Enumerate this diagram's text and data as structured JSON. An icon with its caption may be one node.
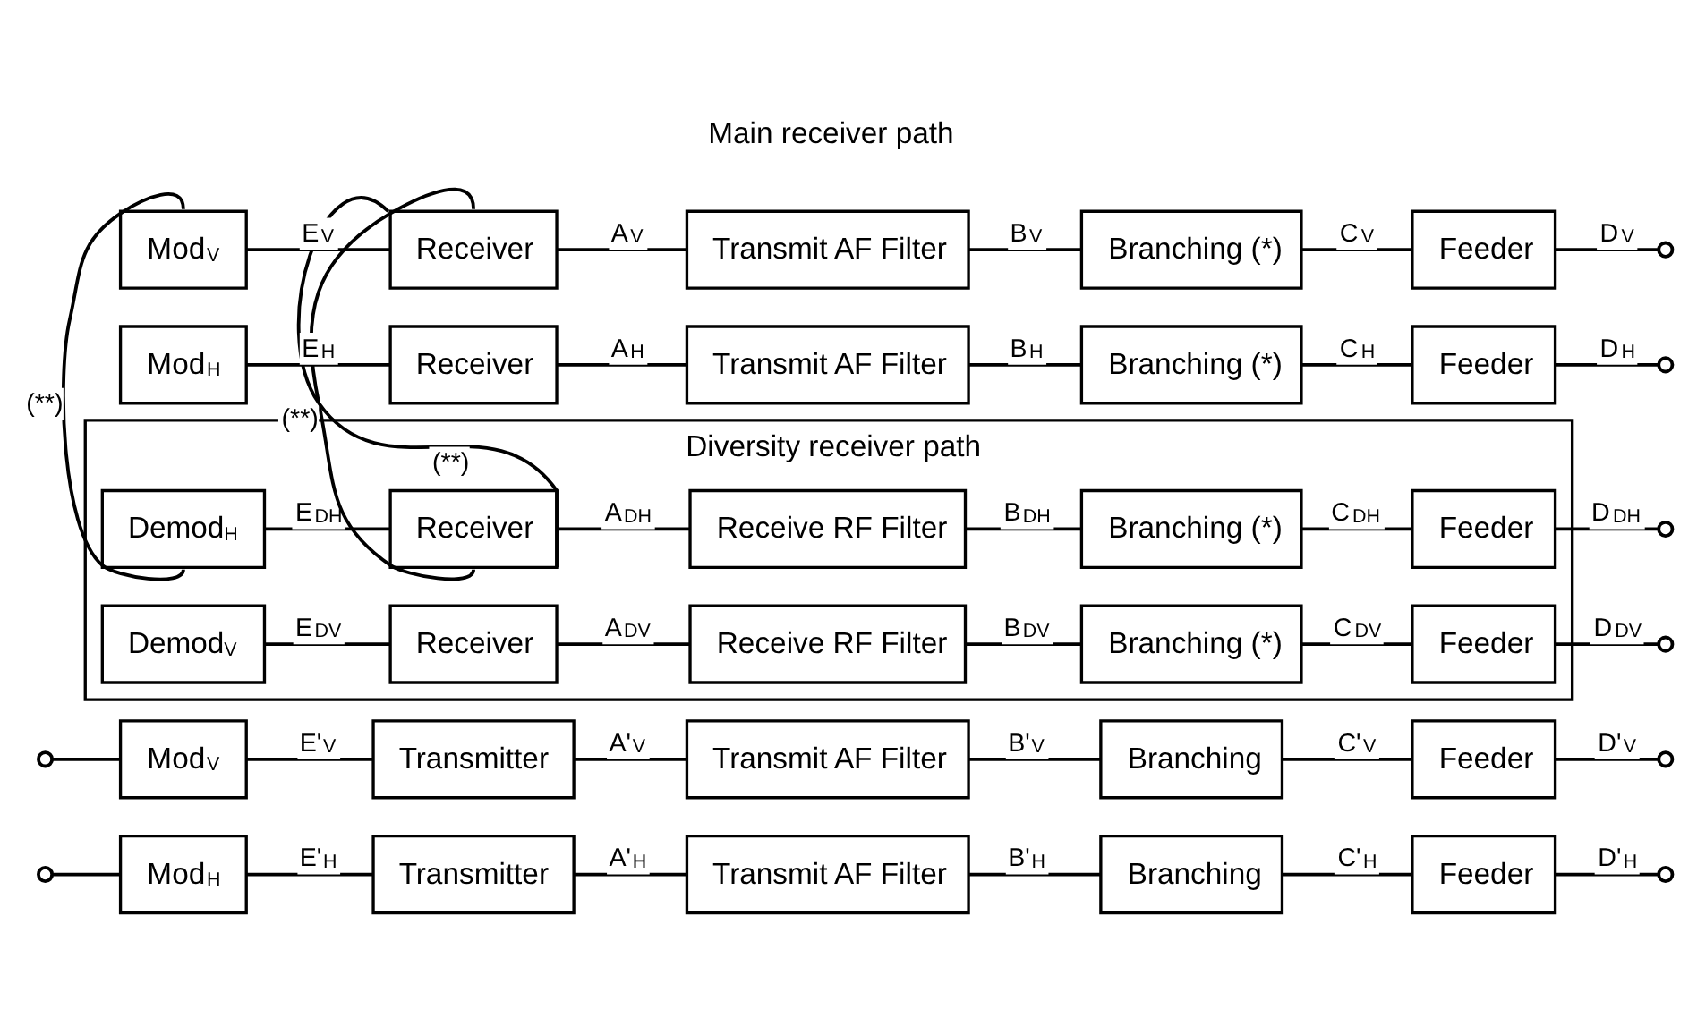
{
  "diagram": {
    "nodes": [
      {
        "text": [
          "Mod$_{V}$"
        ]
      },
      {
        "text": [
          "Transmitter"
        ]
      },
      {
        "text": [
          "Transmit AF Filter"
        ]
      },
      {
        "text": [
          "Branching"
        ]
      },
      {
        "text": [
          "Feeder"
        ]
      },
      {
        "text": [
          "Mod$_{H}$"
        ]
      },
      {
        "text": [
          "Transmitter"
        ]
      },
      {
        "text": [
          "Transmit AF Filter"
        ]
      },
      {
        "text": [
          "Branching"
        ]
      },
      {
        "text": [
          "Feeder"
        ]
      },
      {
        "text": [
          "Diversity receiver path"
        ]
      },
      {
        "text": [
          "Demod$_{V}$"
        ],
        "in": 10
      },
      {
        "text": [
          "Receiver"
        ],
        "in": 10
      },
      {
        "text": [
          "Receive RF Filter"
        ],
        "in": 10
      },
      {
        "text": [
          "Branching (*)"
        ],
        "in": 10
      },
      {
        "text": [
          "Feeder"
        ],
        "in": 10
      },
      {
        "text": [
          "Demod$_{H}$"
        ],
        "in": 10
      },
      {
        "text": [
          "Receiver"
        ],
        "in": 10
      },
      {
        "text": [
          "Receive RF Filter"
        ],
        "in": 10
      },
      {
        "text": [
          "Branching (*)"
        ],
        "in": 10
      },
      {
        "text": [
          "Feeder"
        ],
        "in": 10
      },
      {
        "text": [
          "Mod$_{V}$"
        ]
      },
      {
        "text": [
          "Receiver"
        ]
      },
      {
        "text": [
          "Transmit AF Filter"
        ]
      },
      {
        "text": [
          "Branching (*)"
        ]
      },
      {
        "text": [
          "Feeder"
        ]
      },
      {
        "text": [
          "Mod$_{H}$"
        ]
      },
      {
        "text": [
          "Receiver"
        ]
      },
      {
        "text": [
          "Transmit AF Filter"
        ]
      },
      {
        "text": [
          "Branching (*)"
        ]
      },
      {
        "text": [
          "Feeder"
        ]
      }
    ],
    "edges": [
      {
        "from": null,
        "to": 0,
        "arrow": "other"
      },
      {
        "from": null,
        "to": 5,
        "arrow": "other"
      },
      {
        "from": 0,
        "to": 1,
        "arrow": "none",
        "label": "E'$_{V}$"
      },
      {
        "from": 1,
        "to": 2,
        "arrow": "none",
        "label": "A'$_{V}$"
      },
      {
        "from": 2,
        "to": 3,
        "arrow": "none",
        "label": "B'$_{V}$"
      },
      {
        "from": 3,
        "to": 4,
        "arrow": "none",
        "label": "C'$_{V}$"
      },
      {
        "from": 4,
        "to": null,
        "arrow": "other",
        "label": "D'$_{V}$"
      },
      {
        "from": 5,
        "to": 6,
        "arrow": "none",
        "label": "E'$_{H}$"
      },
      {
        "from": 6,
        "to": 7,
        "arrow": "none",
        "label": "A'$_{H}$"
      },
      {
        "from": 7,
        "to": 8,
        "arrow": "none",
        "label": "B'$_{H}$"
      },
      {
        "from": 8,
        "to": 9,
        "arrow": "none",
        "label": "C'$_{H}$"
      },
      {
        "from": 9,
        "to": null,
        "arrow": "other",
        "label": "D'$_{H}$"
      },
      {
        "from": 11,
        "to": 12,
        "arrow": "none",
        "label": "E$_{DV}$"
      },
      {
        "from": 12,
        "to": 13,
        "arrow": "none",
        "label": "A$_{DV}$"
      },
      {
        "from": 13,
        "to": 14,
        "arrow": "none",
        "label": "B$_{DV}$"
      },
      {
        "from": 14,
        "to": 15,
        "arrow": "none",
        "label": "C$_{DV}$"
      },
      {
        "from": 15,
        "to": null,
        "arrow": "other",
        "label": "D$_{DV}$"
      },
      {
        "from": 16,
        "to": 17,
        "arrow": "none",
        "label": "E$_{DH}$"
      },
      {
        "from": 17,
        "to": 18,
        "arrow": "none",
        "label": "A$_{DH}$"
      },
      {
        "from": 18,
        "to": 19,
        "arrow": "none",
        "label": "B$_{DH}$"
      },
      {
        "from": 19,
        "to": 20,
        "arrow": "none",
        "label": "C$_{DH}$"
      },
      {
        "from": 20,
        "to": null,
        "arrow": "other",
        "label": "D$_{DH}$"
      },
      {
        "from": 16,
        "to": 21,
        "arrow": "none",
        "label": "(**)"
      },
      {
        "from": 17,
        "to": 22,
        "arrow": "none",
        "label": "(**)"
      },
      {
        "from": 17,
        "to": 22,
        "arrow": "none",
        "label": "(**)"
      },
      {
        "from": 21,
        "to": 22,
        "arrow": "none",
        "label": "E$_{V}$"
      },
      {
        "from": 22,
        "to": 23,
        "arrow": "none",
        "label": "A$_{V}$"
      },
      {
        "from": 23,
        "to": 24,
        "arrow": "none",
        "label": "B$_{V}$"
      },
      {
        "from": 24,
        "to": 25,
        "arrow": "none",
        "label": "C$_{V}$"
      },
      {
        "from": 25,
        "to": null,
        "arrow": "other",
        "label": "D$_{V}$"
      },
      {
        "from": 26,
        "to": 27,
        "arrow": "none",
        "label": "E$_{H}$"
      },
      {
        "from": 27,
        "to": 28,
        "arrow": "none",
        "label": "A$_{H}$"
      },
      {
        "from": 28,
        "to": 29,
        "arrow": "none",
        "label": "B$_{H}$"
      },
      {
        "from": 29,
        "to": 30,
        "arrow": "none",
        "label": "C$_{H}$"
      },
      {
        "from": 30,
        "to": null,
        "arrow": "other",
        "label": "D$_{H}$"
      }
    ],
    "labels": [
      "Main receiver path"
    ]
  }
}
